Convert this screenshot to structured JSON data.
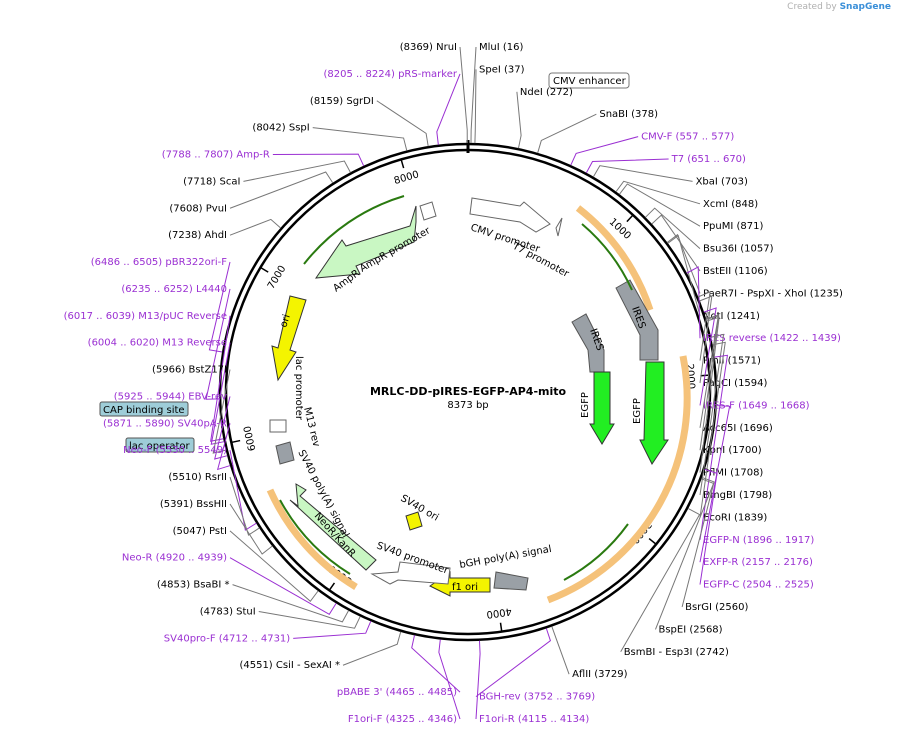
{
  "branding": {
    "prefix": "Created by",
    "product": "SnapGene"
  },
  "plasmid": {
    "name": "MRLC-DD-pIRES-EGFP-AP4-mito",
    "length_label": "8373 bp",
    "length": 8373
  },
  "ruler": [
    "1000",
    "2000",
    "3000",
    "4000",
    "5000",
    "6000",
    "7000",
    "8000"
  ],
  "features": [
    {
      "name": "CMV promoter",
      "start": 40,
      "end": 420,
      "type": "promoter"
    },
    {
      "name": "T7 promoter",
      "start": 651,
      "end": 670,
      "type": "promoter"
    },
    {
      "name": "IRES",
      "start": 1290,
      "end": 1870,
      "type": "misc"
    },
    {
      "name": "EGFP",
      "start": 1896,
      "end": 2616,
      "type": "cds"
    },
    {
      "name": "bGH poly(A) signal",
      "start": 3774,
      "end": 3998,
      "type": "terminator"
    },
    {
      "name": "f1 ori",
      "start": 4044,
      "end": 4472,
      "type": "origin"
    },
    {
      "name": "SV40 promoter",
      "start": 4486,
      "end": 4816,
      "type": "promoter"
    },
    {
      "name": "NeoR/KanR",
      "start": 4880,
      "end": 5674,
      "type": "cds"
    },
    {
      "name": "SV40 poly(A) signal",
      "start": 5850,
      "end": 5971,
      "type": "terminator"
    },
    {
      "name": "SV40 ori",
      "start": 4550,
      "end": 4650,
      "type": "origin"
    },
    {
      "name": "lac promoter",
      "start": 6090,
      "end": 6120,
      "type": "promoter"
    },
    {
      "name": "ori",
      "start": 6390,
      "end": 6980,
      "type": "origin"
    },
    {
      "name": "AmpR",
      "start": 7150,
      "end": 8010,
      "type": "cds"
    },
    {
      "name": "AmpR promoter",
      "start": 8010,
      "end": 8115,
      "type": "promoter"
    },
    {
      "name": "M13 rev",
      "start": 6004,
      "end": 6020,
      "type": "primer"
    }
  ],
  "boxes": [
    "CMV enhancer",
    "CAP binding site",
    "lac operator"
  ],
  "labels": [
    {
      "text": "(8369)  NruI",
      "pos": 8369
    },
    {
      "text": "MluI  (16)",
      "pos": 16
    },
    {
      "text": "SpeI  (37)",
      "pos": 37
    },
    {
      "text": "NdeI  (272)",
      "pos": 272
    },
    {
      "text": "SnaBI  (378)",
      "pos": 378
    },
    {
      "text": "CMV-F  (557 .. 577)",
      "pos": 567,
      "primer": true
    },
    {
      "text": "T7  (651 .. 670)",
      "pos": 660,
      "primer": true
    },
    {
      "text": "XbaI  (703)",
      "pos": 703
    },
    {
      "text": "XcmI  (848)",
      "pos": 848
    },
    {
      "text": "PpuMI  (871)",
      "pos": 871
    },
    {
      "text": "Bsu36I  (1057)",
      "pos": 1057
    },
    {
      "text": "BstEII  (1106)",
      "pos": 1106
    },
    {
      "text": "PaeR7I - PspXI - XhoI  (1235)",
      "pos": 1235
    },
    {
      "text": "NotI  (1241)",
      "pos": 1241
    },
    {
      "text": "IRES reverse  (1422 .. 1439)",
      "pos": 1430,
      "primer": true
    },
    {
      "text": "PmlI  (1571)",
      "pos": 1571
    },
    {
      "text": "PaqCI  (1594)",
      "pos": 1594
    },
    {
      "text": "IRES-F  (1649 .. 1668)",
      "pos": 1658,
      "primer": true
    },
    {
      "text": "Acc65I  (1696)",
      "pos": 1696
    },
    {
      "text": "KpnI  (1700)",
      "pos": 1700
    },
    {
      "text": "PflMI  (1708)",
      "pos": 1708
    },
    {
      "text": "BmgBI  (1798)",
      "pos": 1798
    },
    {
      "text": "EcoRI  (1839)",
      "pos": 1839
    },
    {
      "text": "EGFP-N  (1896 .. 1917)",
      "pos": 1906,
      "primer": true
    },
    {
      "text": "EXFP-R  (2157 .. 2176)",
      "pos": 2166,
      "primer": true
    },
    {
      "text": "EGFP-C  (2504 .. 2525)",
      "pos": 2514,
      "primer": true
    },
    {
      "text": "BsrGI  (2560)",
      "pos": 2560
    },
    {
      "text": "BspEI  (2568)",
      "pos": 2568
    },
    {
      "text": "BsmBI - Esp3I  (2742)",
      "pos": 2742
    },
    {
      "text": "AflII  (3729)",
      "pos": 3729
    },
    {
      "text": "BGH-rev  (3752 .. 3769)",
      "pos": 3760,
      "primer": true
    },
    {
      "text": "F1ori-R  (4115 .. 4134)",
      "pos": 4125,
      "primer": true
    },
    {
      "text": "F1ori-F  (4325 .. 4346)",
      "pos": 4335,
      "primer": true
    },
    {
      "text": "pBABE 3'  (4465 .. 4485)",
      "pos": 4475,
      "primer": true
    },
    {
      "text": "(4551)  CsiI - SexAI *",
      "pos": 4551
    },
    {
      "text": "SV40pro-F  (4712 .. 4731)",
      "pos": 4721,
      "primer": true
    },
    {
      "text": "(4783)  StuI",
      "pos": 4783
    },
    {
      "text": "(4853)  BsaBI *",
      "pos": 4853
    },
    {
      "text": "Neo-R  (4920 .. 4939)",
      "pos": 4930,
      "primer": true
    },
    {
      "text": "(5047)  PstI",
      "pos": 5047
    },
    {
      "text": "(5391)  BssHII",
      "pos": 5391
    },
    {
      "text": "(5510)  RsrII",
      "pos": 5510
    },
    {
      "text": "Neo-F  (5530 .. 5549)",
      "pos": 5540,
      "primer": true
    },
    {
      "text": "(5871 .. 5890)  SV40pA-R",
      "pos": 5880,
      "primer": true
    },
    {
      "text": "(5925 .. 5944)  EBV-rev",
      "pos": 5935,
      "primer": true
    },
    {
      "text": "(5966)  BstZ17I",
      "pos": 5966
    },
    {
      "text": "(6004 .. 6020)  M13 Reverse",
      "pos": 6012,
      "primer": true
    },
    {
      "text": "(6017 .. 6039)  M13/pUC Reverse",
      "pos": 6028,
      "primer": true
    },
    {
      "text": "(6235 .. 6252)  L4440",
      "pos": 6243,
      "primer": true
    },
    {
      "text": "(6486 .. 6505)  pBR322ori-F",
      "pos": 6495,
      "primer": true
    },
    {
      "text": "(7238)  AhdI",
      "pos": 7238
    },
    {
      "text": "(7608)  PvuI",
      "pos": 7608
    },
    {
      "text": "(7718)  ScaI",
      "pos": 7718
    },
    {
      "text": "(7788 .. 7807)  Amp-R",
      "pos": 7797,
      "primer": true
    },
    {
      "text": "(8042)  SspI",
      "pos": 8042
    },
    {
      "text": "(8159)  SgrDI",
      "pos": 8159
    },
    {
      "text": "(8205 .. 8224)  pRS-marker",
      "pos": 8214,
      "primer": true
    }
  ]
}
